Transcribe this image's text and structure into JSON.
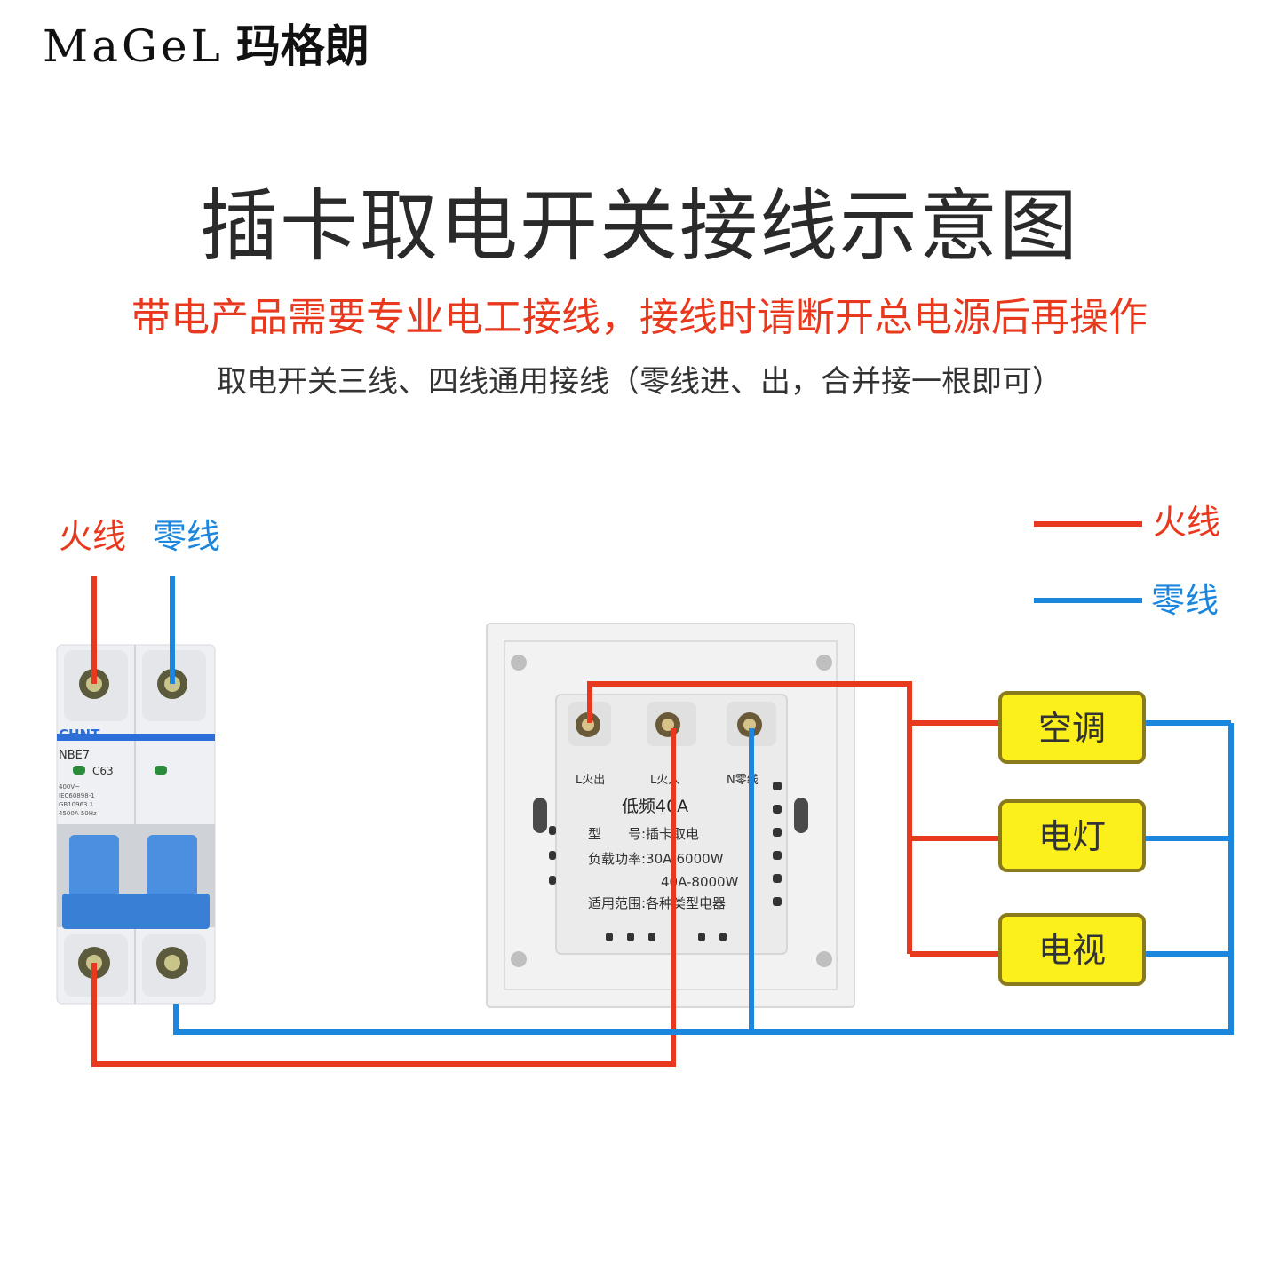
{
  "brand": {
    "latin": "MaGeL",
    "cjk": "玛格朗"
  },
  "title": "插卡取电开关接线示意图",
  "warning": "带电产品需要专业电工接线，接线时请断开总电源后再操作",
  "note": "取电开关三线、四线通用接线（零线进、出，合并接一根即可）",
  "breaker": {
    "live_label": "火线",
    "neutral_label": "零线",
    "brand": "CHNT",
    "model": "NBE7",
    "rating": "C63",
    "spec_lines": [
      "400V~",
      "IEC60898-1",
      "GB10963.1",
      "4500A 50Hz"
    ]
  },
  "legend": {
    "live": "火线",
    "neutral": "零线"
  },
  "switch": {
    "terminal_out": "L火出",
    "terminal_in": "L火入",
    "terminal_n": "N零线",
    "freq": "低频40A",
    "model_label": "型　　号:插卡取电",
    "power_label": "负载功率:30A-6000W",
    "power_label_2": "40A-8000W",
    "range_label": "适用范围:各种类型电器"
  },
  "loads": [
    "空调",
    "电灯",
    "电视"
  ],
  "colors": {
    "live": "#e8391e",
    "neutral": "#1b86de",
    "load_fill": "#fbf01c",
    "load_border": "#8a7a1c"
  }
}
